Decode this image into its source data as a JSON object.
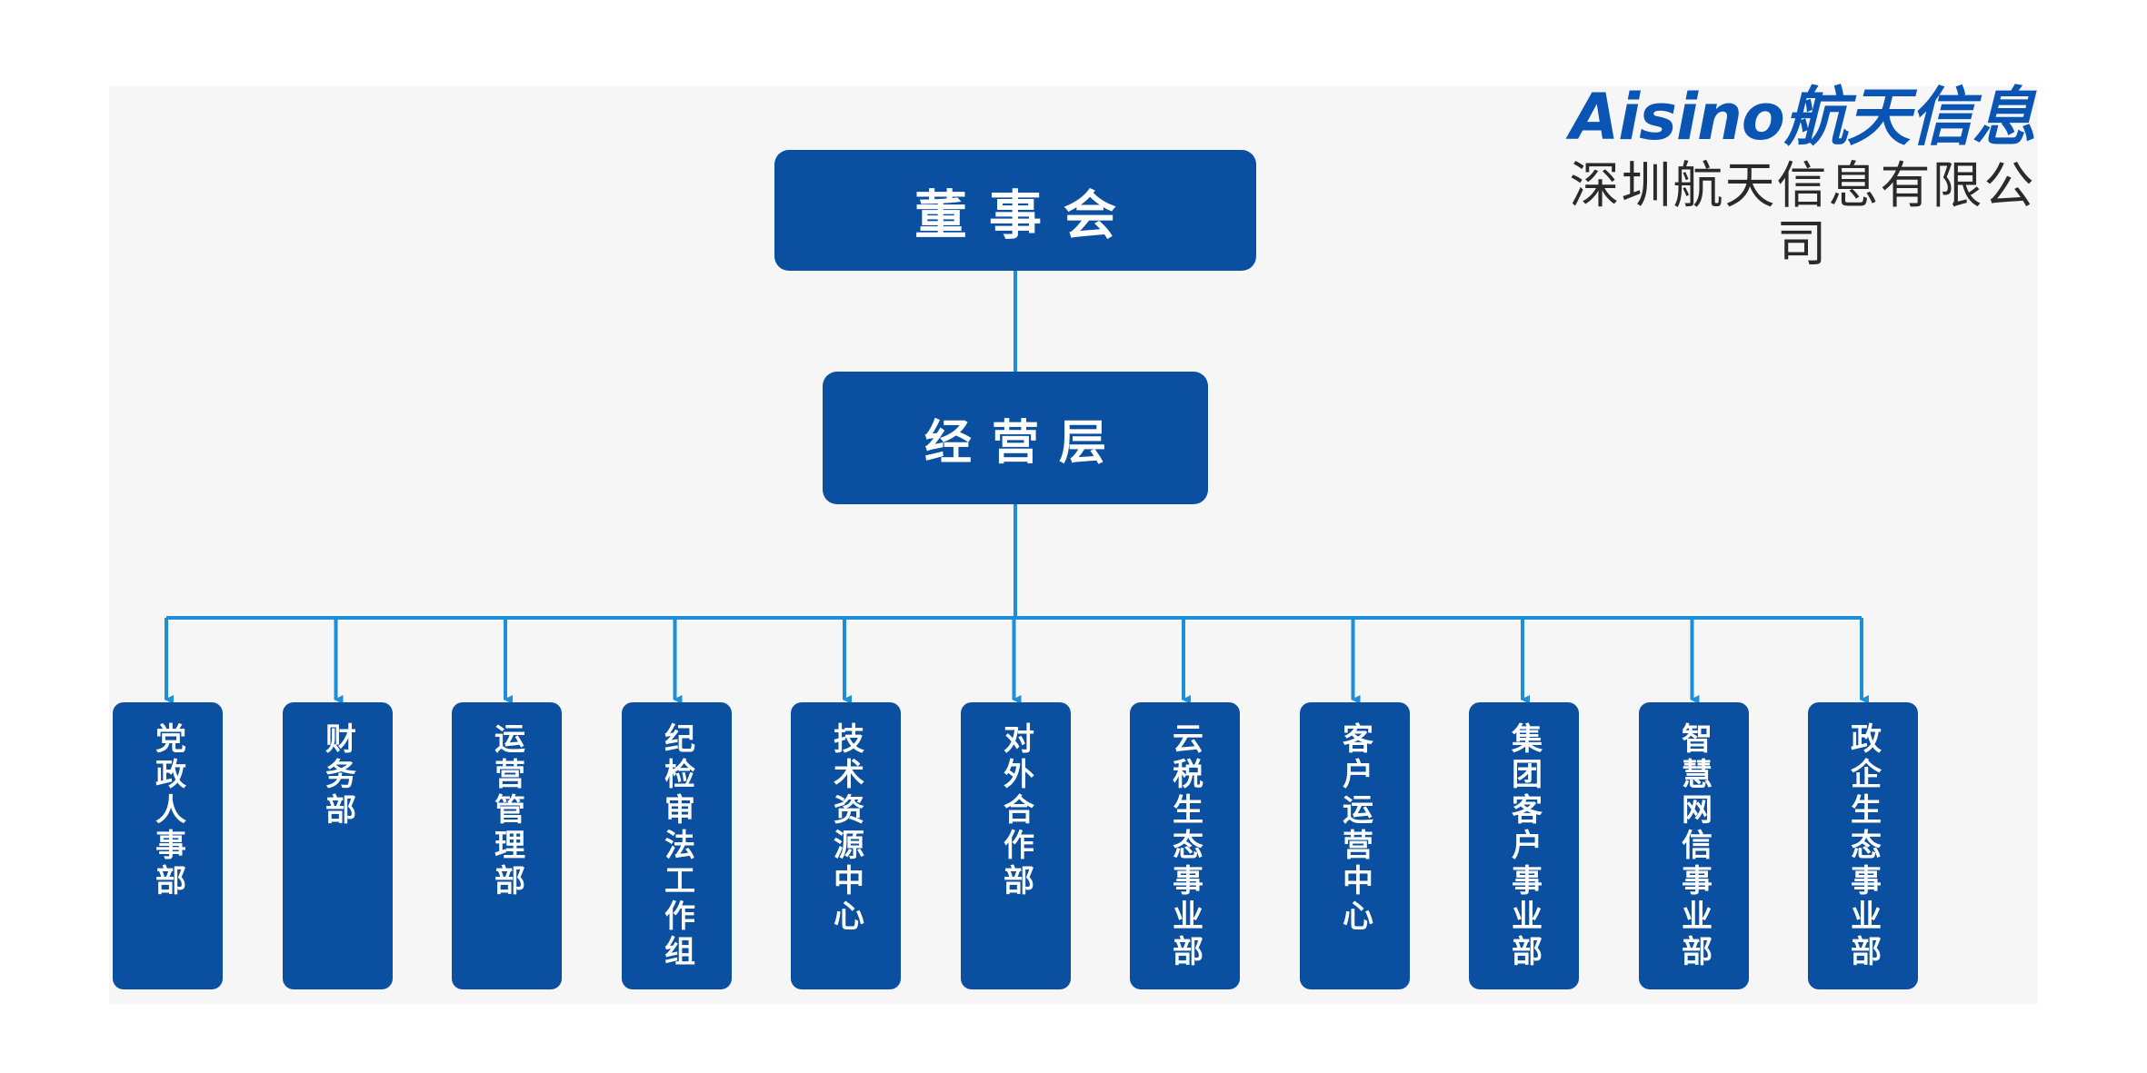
{
  "brand": {
    "logo_text": "Aisino航天信息",
    "company_name": "深圳航天信息有限公司"
  },
  "org": {
    "top": "董事会",
    "second": "经营层",
    "departments": [
      "党政人事部",
      "财务部",
      "运营管理部",
      "纪检审法工作组",
      "技术资源中心",
      "对外合作部",
      "云税生态事业部",
      "客户运营中心",
      "集团客户事业部",
      "智慧网信事业部",
      "政企生态事业部"
    ]
  },
  "colors": {
    "box": "#0a4fa0",
    "connector": "#1d8fd8",
    "brand_blue": "#0a55b4",
    "company_text": "#2a2a2a"
  }
}
